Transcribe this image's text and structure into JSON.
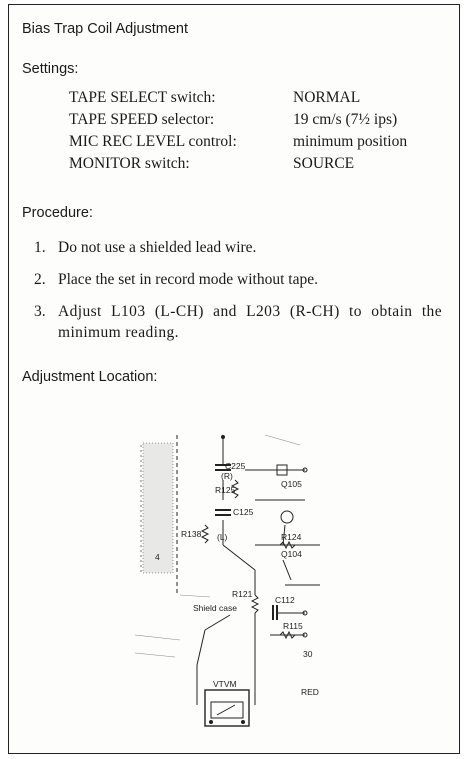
{
  "title": "Bias Trap Coil Adjustment",
  "settings": {
    "heading": "Settings:",
    "rows": [
      {
        "label": "TAPE SELECT switch:",
        "value": "NORMAL"
      },
      {
        "label": "TAPE SPEED selector:",
        "value": "19 cm/s (7½ ips)"
      },
      {
        "label": "MIC REC LEVEL control:",
        "value": "minimum position"
      },
      {
        "label": "MONITOR switch:",
        "value": "SOURCE"
      }
    ]
  },
  "procedure": {
    "heading": "Procedure:",
    "steps": [
      {
        "num": "1.",
        "text": "Do not use a shielded lead wire."
      },
      {
        "num": "2.",
        "text": "Place the set in record mode without tape."
      },
      {
        "num": "3.",
        "text": "Adjust L103 (L-CH) and L203 (R-CH) to obtain the minimum reading."
      }
    ]
  },
  "location": {
    "heading": "Adjustment Location:"
  },
  "schematic": {
    "labels": {
      "c225": "C225",
      "r": "(R)",
      "r125": "R125",
      "q105": "Q105",
      "c125": "C125",
      "l": "(L)",
      "r138": "R138",
      "r124": "R124",
      "q104": "Q104",
      "r121": "R121",
      "c112": "C112",
      "shield": "Shield case",
      "r115": "R115",
      "num30": "30",
      "vtvm": "VTVM",
      "red": "RED",
      "four": "4"
    }
  }
}
